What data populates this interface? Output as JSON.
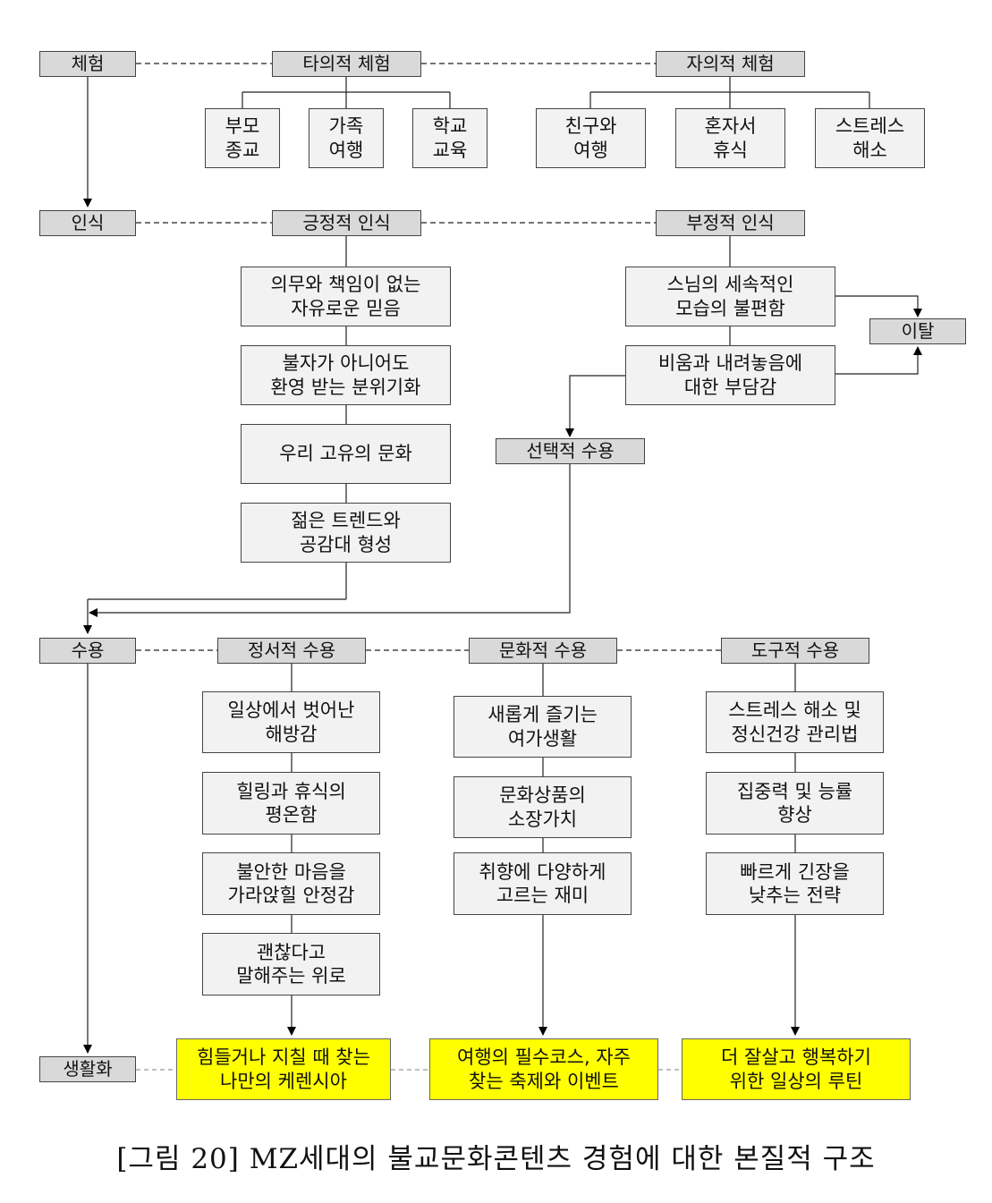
{
  "rows": {
    "experience": "체험",
    "perception": "인식",
    "acceptance": "수용",
    "daily_life": "생활화"
  },
  "experience": {
    "other_directed": "타의적 체험",
    "other_items": [
      "부모\n종교",
      "가족\n여행",
      "학교\n교육"
    ],
    "self_directed": "자의적 체험",
    "self_items": [
      "친구와\n여행",
      "혼자서\n휴식",
      "스트레스\n해소"
    ]
  },
  "perception": {
    "positive": "긍정적 인식",
    "positive_items": [
      "의무와 책임이 없는\n자유로운 믿음",
      "불자가 아니어도\n환영 받는 분위기화",
      "우리 고유의 문화",
      "젊은 트렌드와\n공감대 형성"
    ],
    "negative": "부정적 인식",
    "negative_items": [
      "스님의 세속적인\n모습의 불편함",
      "비움과 내려놓음에\n대한 부담감"
    ],
    "departure": "이탈",
    "selective": "선택적 수용"
  },
  "acceptance": {
    "emotional": "정서적 수용",
    "emotional_items": [
      "일상에서 벗어난\n해방감",
      "힐링과 휴식의\n평온함",
      "불안한 마음을\n가라앉힐 안정감",
      "괜찮다고\n말해주는 위로"
    ],
    "cultural": "문화적 수용",
    "cultural_items": [
      "새롭게 즐기는\n여가생활",
      "문화상품의\n소장가치",
      "취향에 다양하게\n고르는 재미"
    ],
    "instrumental": "도구적 수용",
    "instrumental_items": [
      "스트레스 해소 및\n정신건강 관리법",
      "집중력 및 능률\n향상",
      "빠르게 긴장을\n낮추는 전략"
    ]
  },
  "daily_life": {
    "items": [
      "힘들거나 지칠 때 찾는\n나만의 케렌시아",
      "여행의 필수코스, 자주\n찾는 축제와 이벤트",
      "더 잘살고 행복하기\n위한 일상의 루틴"
    ]
  },
  "caption": "[그림 20] MZ세대의 불교문화콘텐츠 경험에 대한 본질적 구조"
}
